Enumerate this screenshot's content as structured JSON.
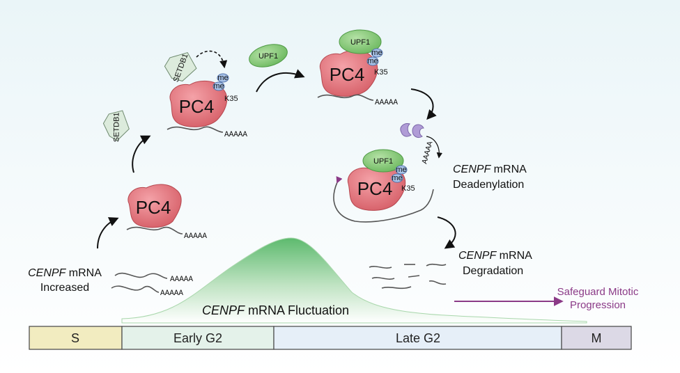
{
  "proteins": {
    "pc4": "PC4",
    "setdb1": "SETDB1",
    "upf1": "UPF1",
    "methyl": "me",
    "site": "K35"
  },
  "polya": "AAAAA",
  "labels": {
    "increased_gene": "CENPF",
    "increased_rest": " mRNA",
    "increased_line2": "Increased",
    "deadenylation_gene": "CENPF",
    "deadenylation_rest": " mRNA",
    "deadenylation_line2": "Deadenylation",
    "degradation_gene": "CENPF",
    "degradation_rest": " mRNA",
    "degradation_line2": "Degradation",
    "fluctuation_gene": "CENPF",
    "fluctuation_rest": " mRNA Fluctuation",
    "safeguard_line1": "Safeguard Mitotic",
    "safeguard_line2": "Progression"
  },
  "phases": [
    {
      "label": "S",
      "color": "#f2ecc0"
    },
    {
      "label": "Early G2",
      "color": "#e4f2ea"
    },
    {
      "label": "Late G2",
      "color": "#e6eff8"
    },
    {
      "label": "M",
      "color": "#dcd9e6"
    }
  ],
  "colors": {
    "pc4": "#d9646c",
    "upf1": "#7cc36d",
    "setdb1": "#dcebdc",
    "methyl": "#a9c4ea",
    "deadenylase": "#b09cd6",
    "safeguard": "#8b3a87",
    "fluctuation": "#6cc07a"
  }
}
